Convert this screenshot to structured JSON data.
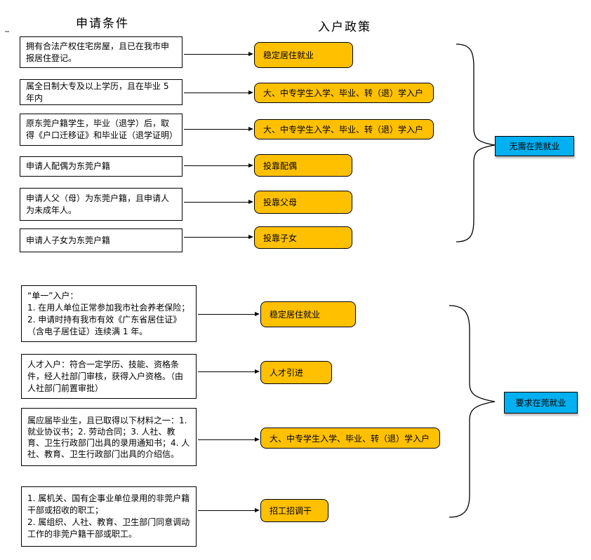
{
  "headers": {
    "left": "申请条件",
    "right": "入户政策"
  },
  "colors": {
    "policy_fill": "#FFC000",
    "group_fill": "#00B0F0",
    "line": "#000000"
  },
  "top_section": {
    "group_label": "无需在莞就业",
    "rows": [
      {
        "condition": "拥有合法产权住宅房屋，且已在我市申报居住登记。",
        "policy": "稳定居住就业"
      },
      {
        "condition": "属全日制大专及以上学历，且在毕业 5 年内",
        "policy": "大、中专学生入学、毕业、转（退）学入户"
      },
      {
        "condition": "原东莞户籍学生，毕业（退学）后，取得《户口迁移证》和毕业证（退学证明）",
        "policy": "大、中专学生入学、毕业、转（退）学入户"
      },
      {
        "condition": "申请人配偶为东莞户籍",
        "policy": "投靠配偶"
      },
      {
        "condition": "申请人父（母）为东莞户籍，且申请人为未成年人。",
        "policy": "投靠父母"
      },
      {
        "condition": "申请人子女为东莞户籍",
        "policy": "投靠子女"
      }
    ]
  },
  "bottom_section": {
    "group_label": "要求在莞就业",
    "rows": [
      {
        "condition": "“单一”入户：\n1. 在用人单位正常参加我市社会养老保险；\n2. 申请时持有我市有效《广东省居住证》（含电子居住证）连续满 1 年。",
        "policy": "稳定居住就业"
      },
      {
        "condition": "人才入户：符合一定学历、技能、资格条件，经人社部门审核，获得入户资格。（由人社部门前置审批）",
        "policy": "人才引进"
      },
      {
        "condition": "属应届毕业生，且已取得以下材料之一：1. 就业协议书；2. 劳动合同；3. 人社、教育、卫生行政部门出具的录用通知书；4. 人社、教育、卫生行政部门出具的介绍信。",
        "policy": "大、中专学生入学、毕业、转（退）学入户"
      },
      {
        "condition": "1. 属机关、国有企事业单位录用的非莞户籍干部或招收的职工；\n2. 属组织、人社、教育、卫生部门同意调动工作的非莞户籍干部或职工。",
        "policy": "招工招调干"
      }
    ]
  }
}
